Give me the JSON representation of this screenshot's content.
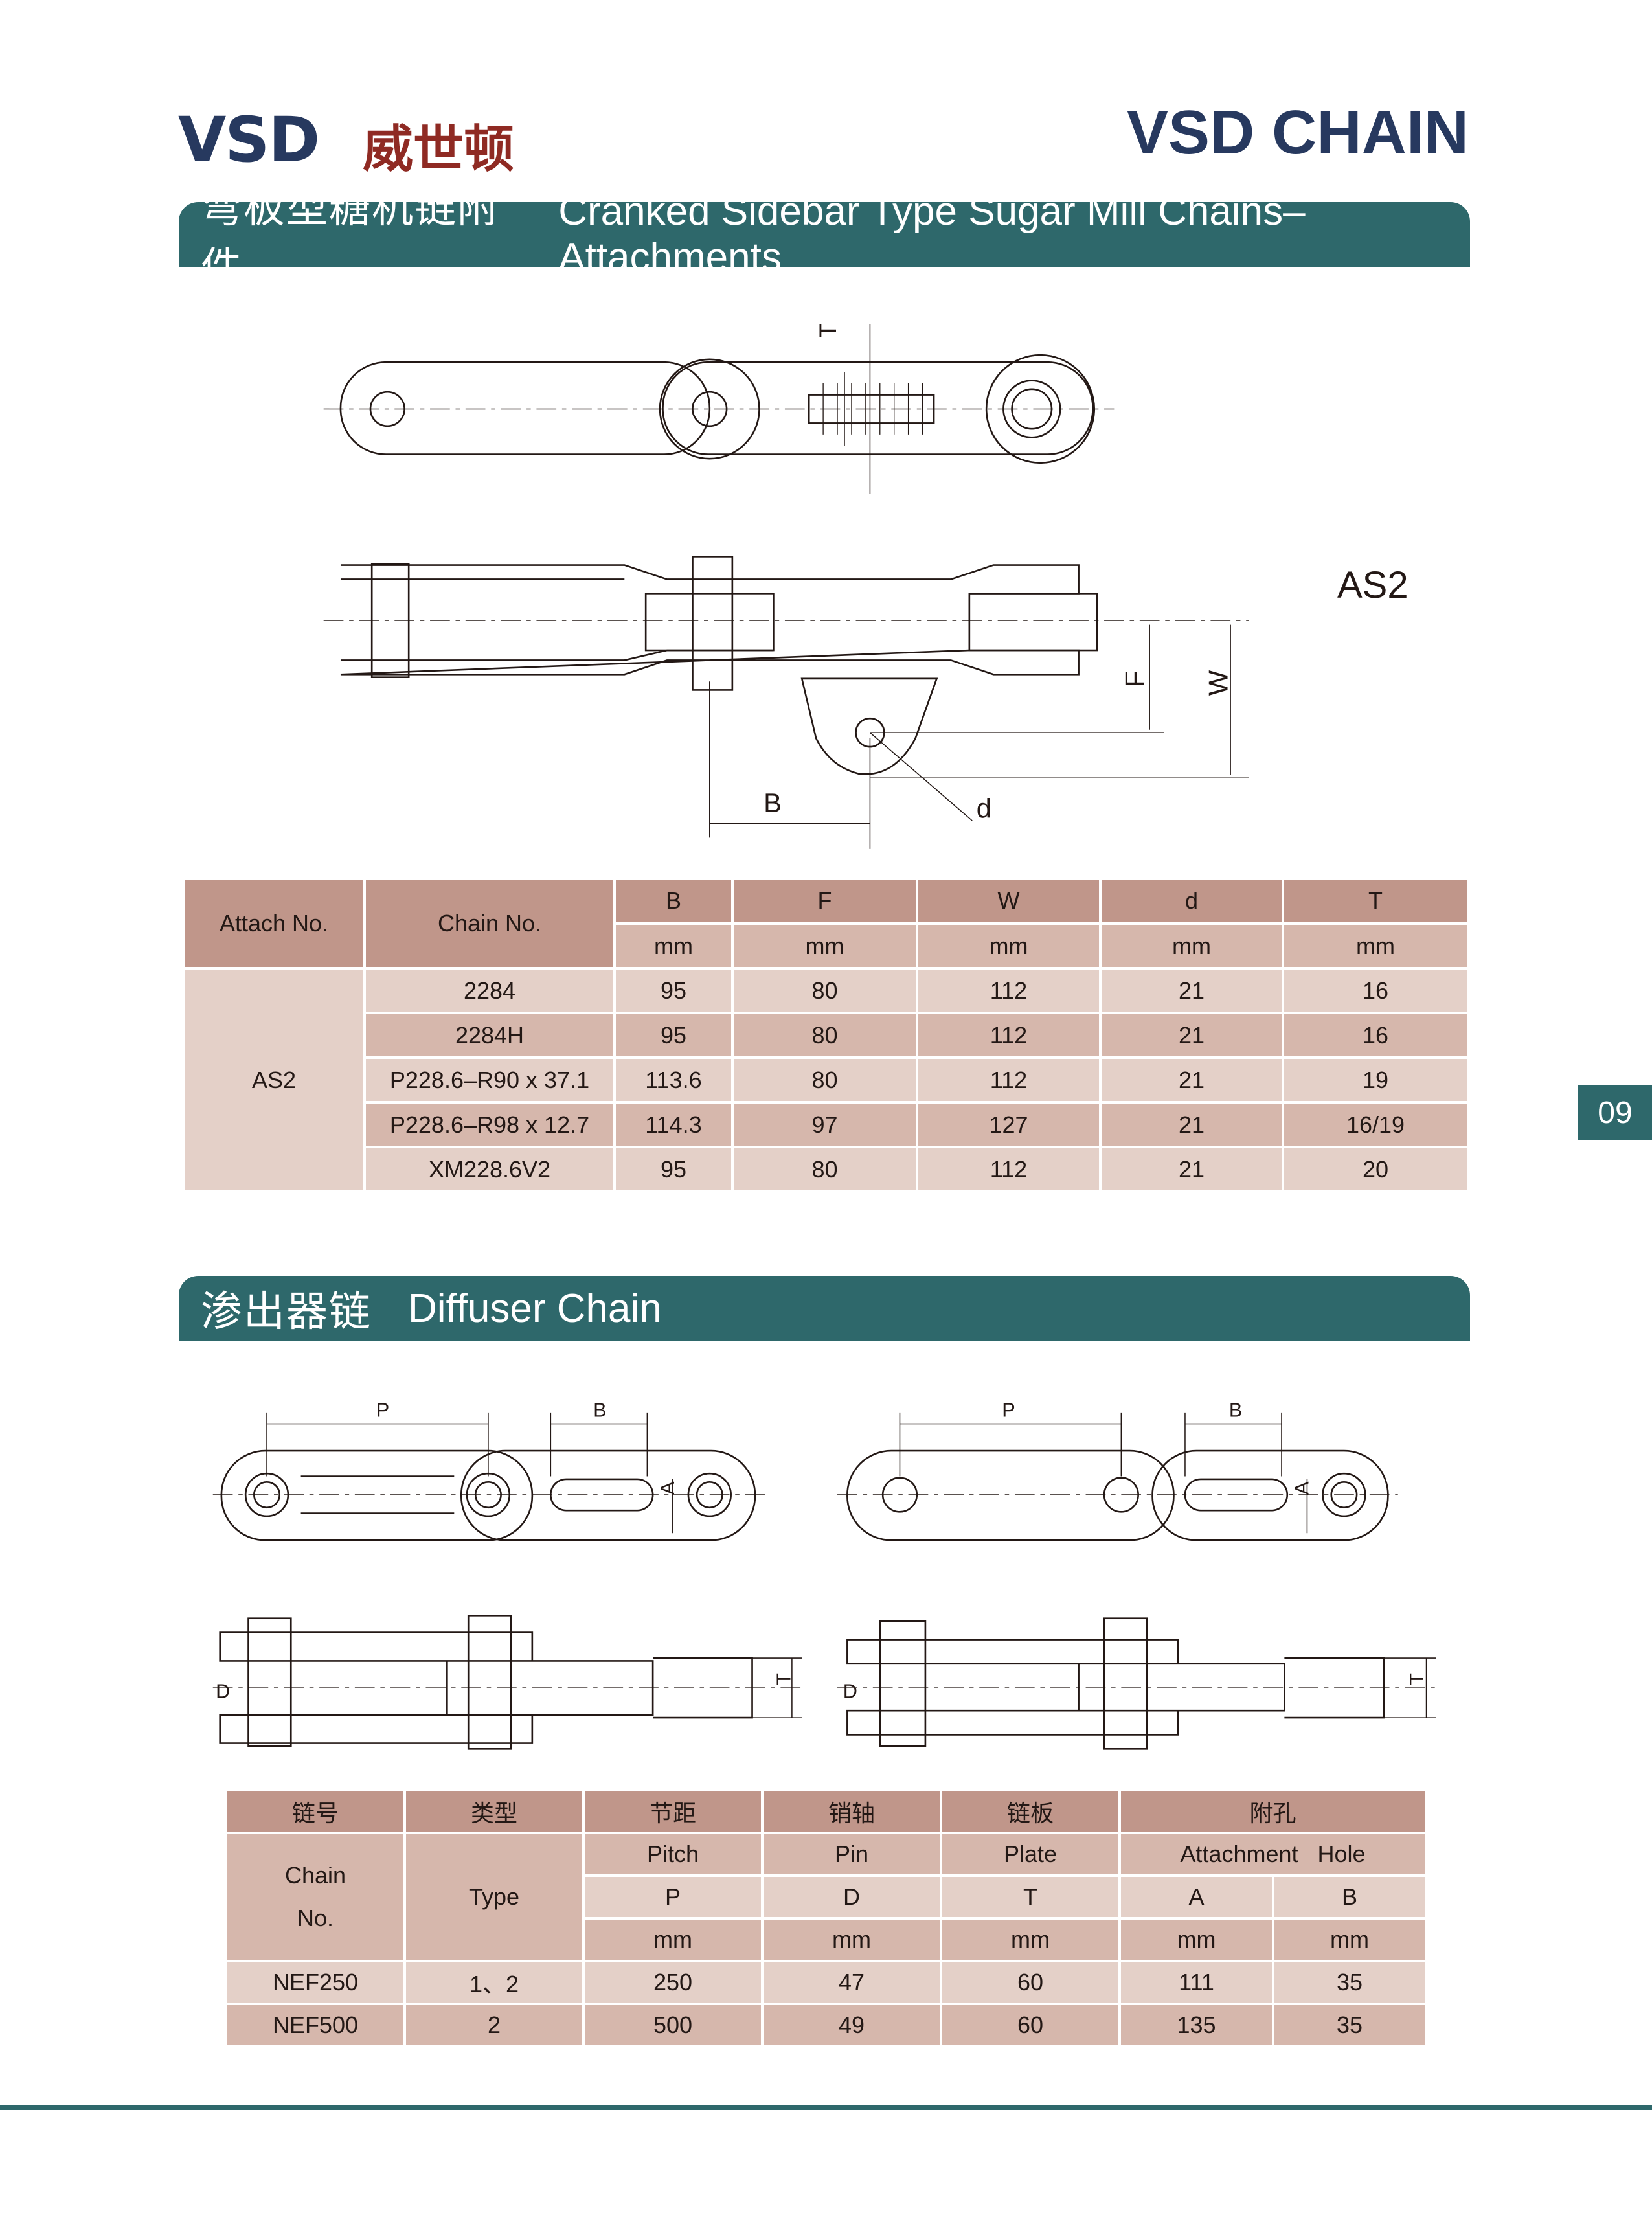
{
  "header": {
    "logo_text": "VSD",
    "logo_cn": "威世顿",
    "brand": "VSD CHAIN"
  },
  "section1": {
    "title_cn": "弯板型糖机链附件",
    "title_en": "Cranked Sidebar Type Sugar Mill Chains–Attachments",
    "diagram_label": "AS2",
    "dim_labels": {
      "T": "T",
      "F": "F",
      "W": "W",
      "B": "B",
      "d": "d"
    },
    "table": {
      "headers": [
        "Attach No.",
        "Chain No.",
        "B",
        "F",
        "W",
        "d",
        "T"
      ],
      "unit": "mm",
      "attach_no": "AS2",
      "rows": [
        [
          "2284",
          "95",
          "80",
          "112",
          "21",
          "16"
        ],
        [
          "2284H",
          "95",
          "80",
          "112",
          "21",
          "16"
        ],
        [
          "P228.6–R90 x 37.1",
          "113.6",
          "80",
          "112",
          "21",
          "19"
        ],
        [
          "P228.6–R98 x 12.7",
          "114.3",
          "97",
          "127",
          "21",
          "16/19"
        ],
        [
          "XM228.6V2",
          "95",
          "80",
          "112",
          "21",
          "20"
        ]
      ]
    }
  },
  "page_number": "09",
  "section2": {
    "title_cn": "渗出器链",
    "title_en": "Diffuser Chain",
    "dim_labels": {
      "P": "P",
      "B": "B",
      "A": "A",
      "D": "D",
      "T": "T"
    },
    "table": {
      "cn_headers": [
        "链号",
        "类型",
        "节距",
        "销轴",
        "链板",
        "附孔"
      ],
      "chain_no": [
        "Chain",
        "No."
      ],
      "type": "Type",
      "en_headers": [
        "Pitch",
        "Pin",
        "Plate",
        "Attachment   Hole"
      ],
      "symbols": [
        "P",
        "D",
        "T",
        "A",
        "B"
      ],
      "unit": "mm",
      "rows": [
        [
          "NEF250",
          "1、2",
          "250",
          "47",
          "60",
          "111",
          "35"
        ],
        [
          "NEF500",
          "2",
          "500",
          "49",
          "60",
          "135",
          "35"
        ]
      ]
    }
  }
}
